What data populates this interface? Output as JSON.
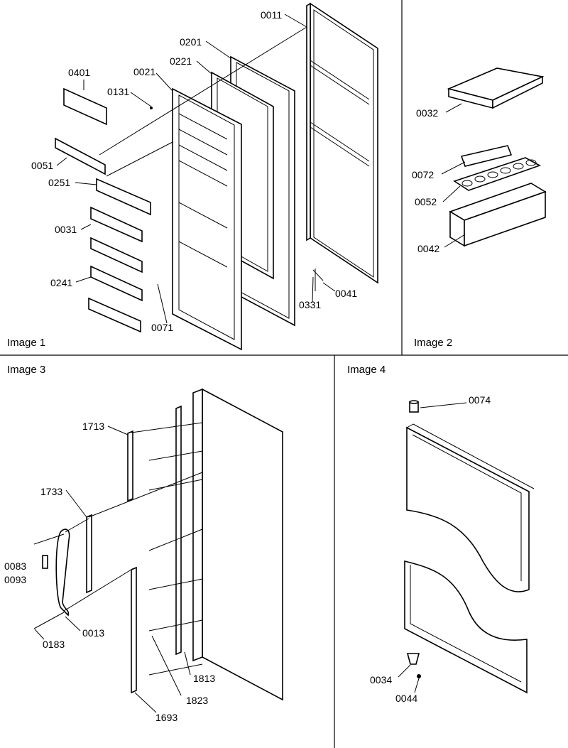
{
  "panels": {
    "image1": "Image 1",
    "image2": "Image 2",
    "image3": "Image 3",
    "image4": "Image 4"
  },
  "labels": {
    "p0011": "0011",
    "p0201": "0201",
    "p0221": "0221",
    "p0021": "0021",
    "p0131": "0131",
    "p0401": "0401",
    "p0051": "0051",
    "p0251": "0251",
    "p0031": "0031",
    "p0241": "0241",
    "p0071": "0071",
    "p0331": "0331",
    "p0041": "0041",
    "p0032": "0032",
    "p0072": "0072",
    "p0052": "0052",
    "p0042": "0042",
    "p1713": "1713",
    "p1733": "1733",
    "p0083": "0083",
    "p0093": "0093",
    "p0013": "0013",
    "p0183": "0183",
    "p1813": "1813",
    "p1823": "1823",
    "p1693": "1693",
    "p0074": "0074",
    "p0034": "0034",
    "p0044": "0044"
  }
}
